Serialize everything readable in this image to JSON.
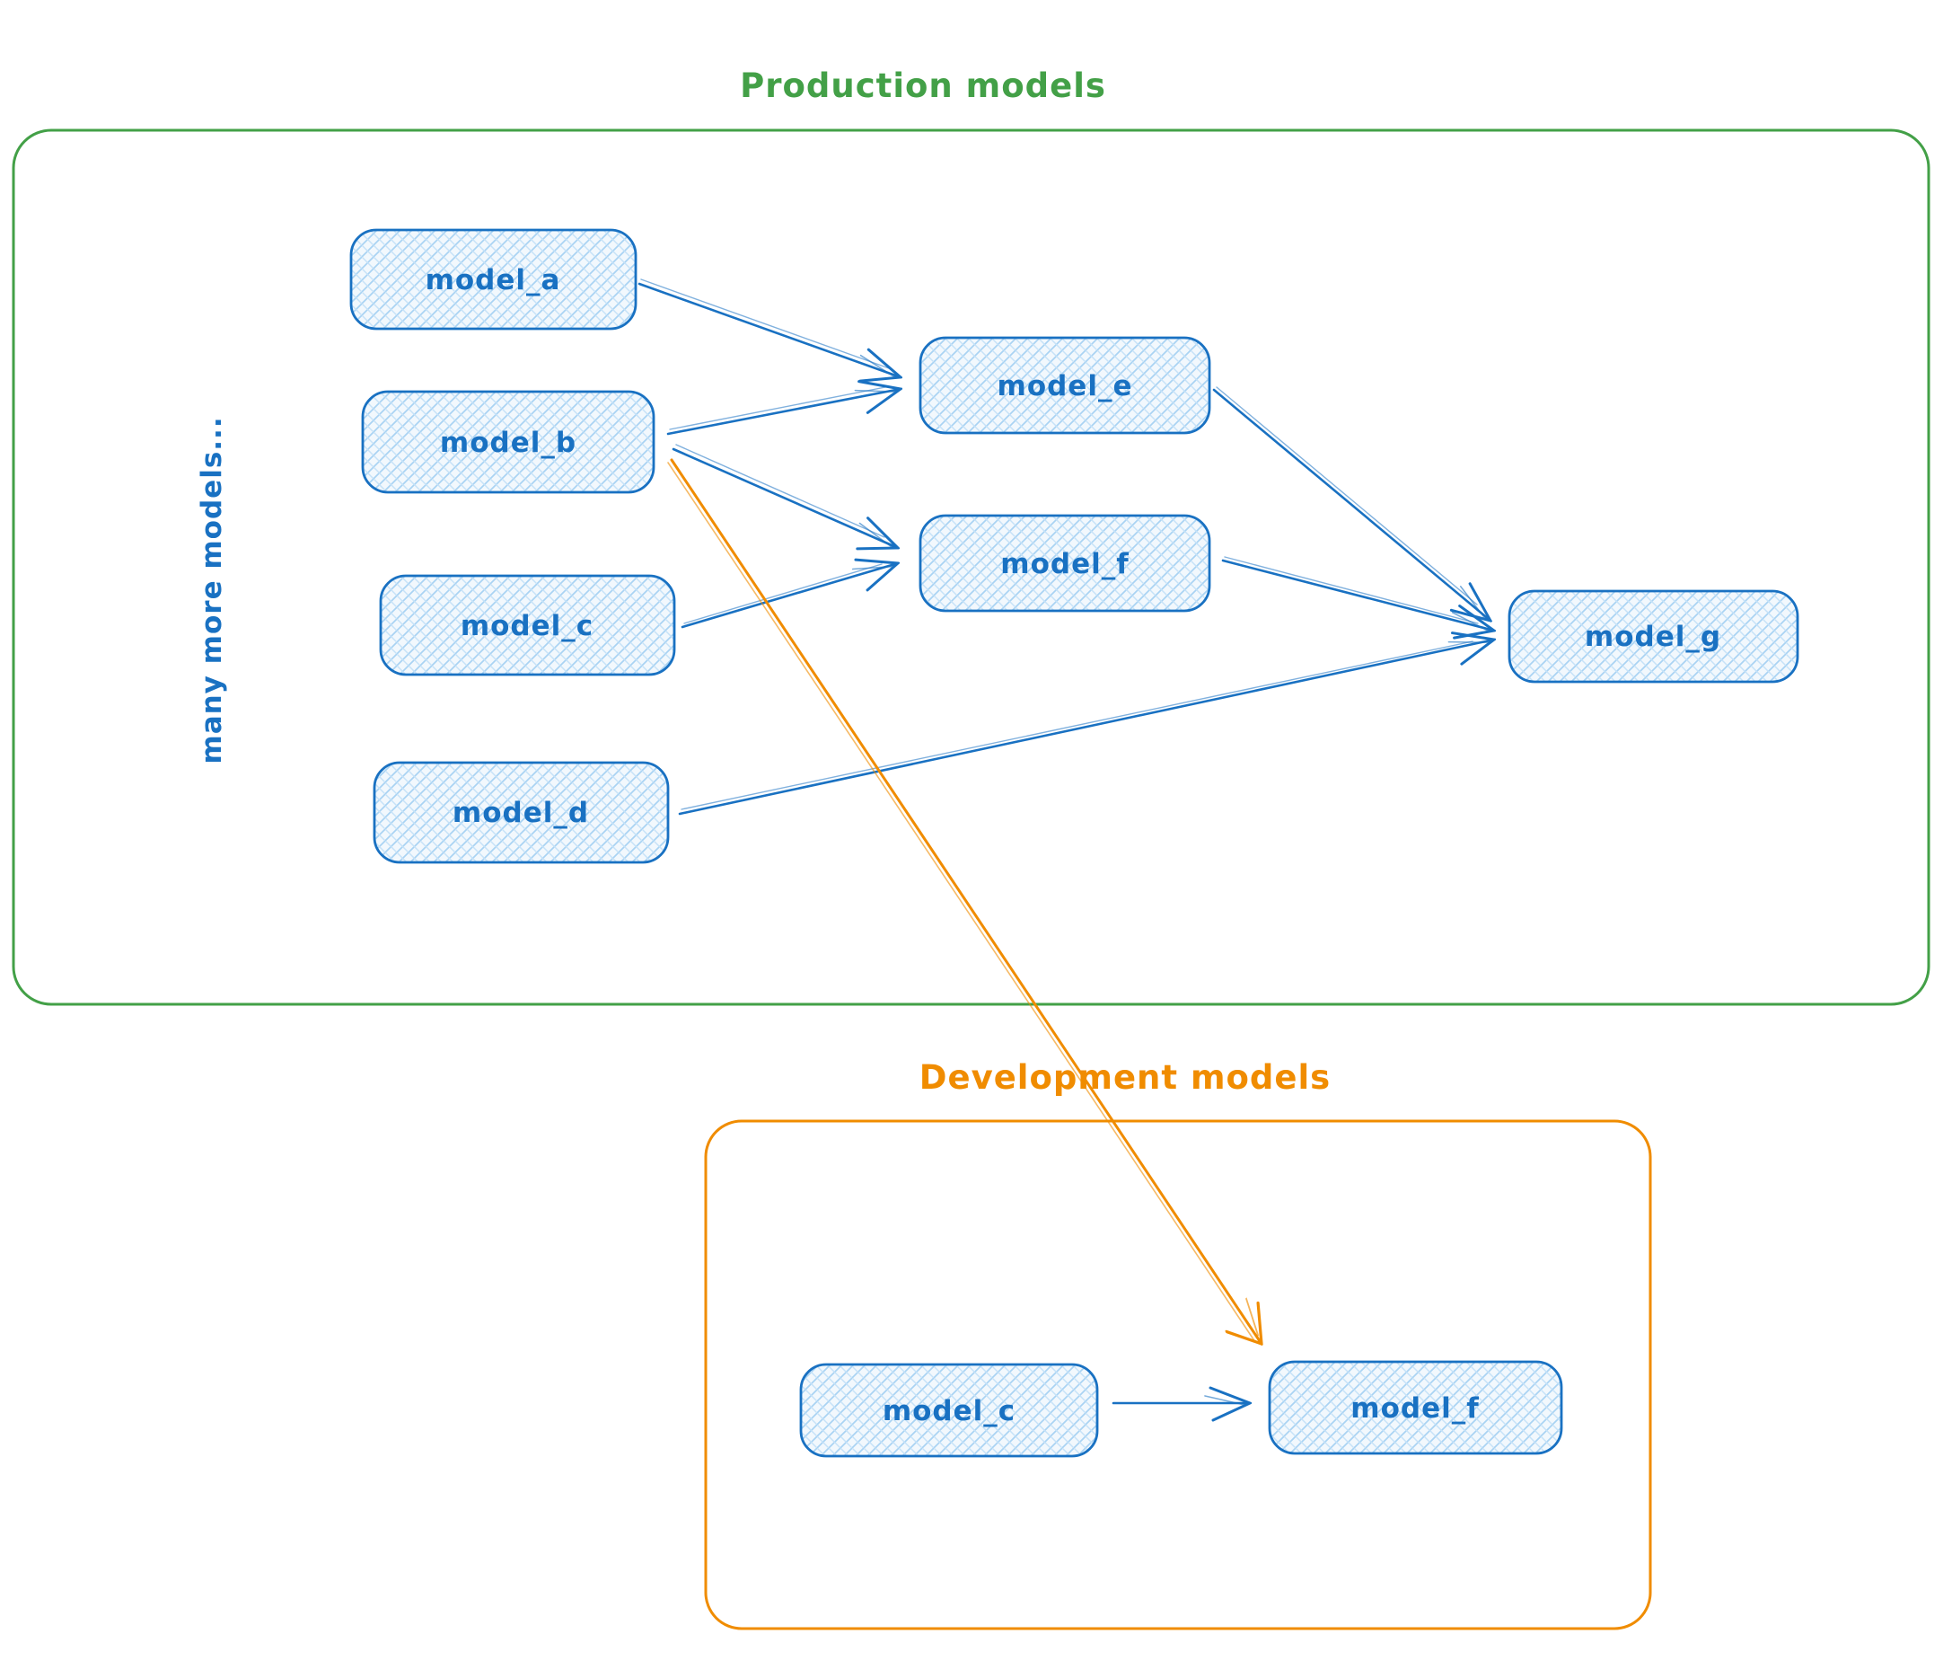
{
  "diagram_type": "model-dependency-graph",
  "colors": {
    "node_stroke": "#1971c2",
    "node_fill_hatch": "#a5d8ff",
    "label_blue": "#1971c2",
    "production_green": "#43a047",
    "development_orange": "#f08c00",
    "background": "#ffffff"
  },
  "containers": {
    "production": {
      "title": "Production models",
      "color": "#43a047"
    },
    "development": {
      "title": "Development models",
      "color": "#f08c00"
    }
  },
  "side_note": "many more models...",
  "nodes": {
    "a": {
      "label": "model_a",
      "container": "production"
    },
    "b": {
      "label": "model_b",
      "container": "production"
    },
    "c": {
      "label": "model_c",
      "container": "production"
    },
    "d": {
      "label": "model_d",
      "container": "production"
    },
    "e": {
      "label": "model_e",
      "container": "production"
    },
    "f": {
      "label": "model_f",
      "container": "production"
    },
    "g": {
      "label": "model_g",
      "container": "production"
    },
    "dev_c": {
      "label": "model_c",
      "container": "development"
    },
    "dev_f": {
      "label": "model_f",
      "container": "development"
    }
  },
  "edges": [
    {
      "from": "model_a (production)",
      "to": "model_e (production)",
      "color": "blue"
    },
    {
      "from": "model_b (production)",
      "to": "model_e (production)",
      "color": "blue"
    },
    {
      "from": "model_b (production)",
      "to": "model_f (production)",
      "color": "blue"
    },
    {
      "from": "model_c (production)",
      "to": "model_f (production)",
      "color": "blue"
    },
    {
      "from": "model_e (production)",
      "to": "model_g (production)",
      "color": "blue"
    },
    {
      "from": "model_f (production)",
      "to": "model_g (production)",
      "color": "blue"
    },
    {
      "from": "model_d (production)",
      "to": "model_g (production)",
      "color": "blue"
    },
    {
      "from": "model_b (production)",
      "to": "model_f (development)",
      "color": "orange"
    },
    {
      "from": "model_c (development)",
      "to": "model_f (development)",
      "color": "blue"
    }
  ]
}
